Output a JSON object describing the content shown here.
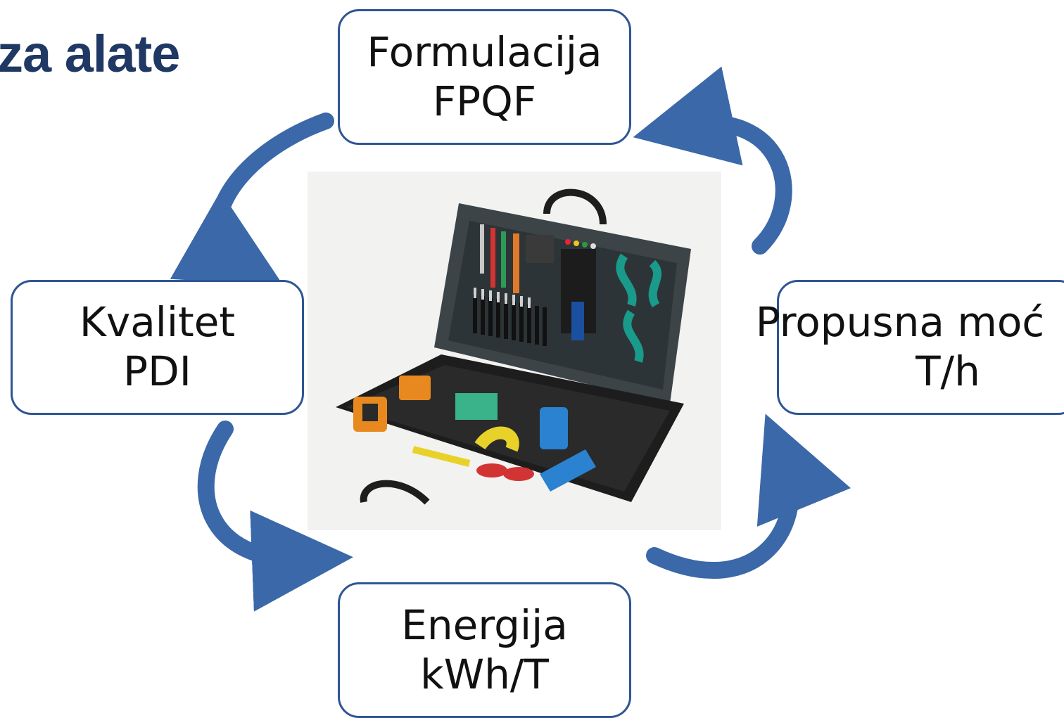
{
  "title": "za alate",
  "nodes": {
    "top": {
      "line1": "Formulacija",
      "line2": "FPQF"
    },
    "left": {
      "line1": "Kvalitet",
      "line2": "PDI"
    },
    "right": {
      "line1": "Propusna moć",
      "line2": "T/h"
    },
    "bottom": {
      "line1": "Energija",
      "line2": "kWh/T"
    }
  },
  "colors": {
    "title": "#1f3864",
    "box_border": "#2f5594",
    "arrow": "#3b68a8",
    "arrow_edge": "#2b4f86"
  },
  "image": "toolkit-case"
}
